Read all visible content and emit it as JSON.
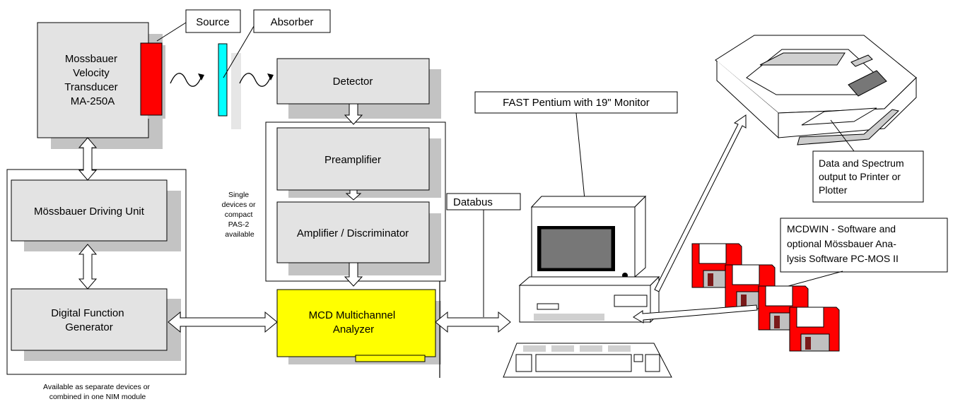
{
  "labels": {
    "source": "Source",
    "absorber": "Absorber",
    "transducer": [
      "Mossbauer",
      "Velocity",
      "Transducer",
      "MA-250A"
    ],
    "detector": "Detector",
    "preamplifier": "Preamplifier",
    "amplifier": "Amplifier / Discriminator",
    "driving_unit": "Mössbauer Driving Unit",
    "function_generator": [
      "Digital Function",
      "Generator"
    ],
    "mcd": [
      "MCD Multichannel",
      "Analyzer"
    ],
    "single_devices": [
      "Single",
      "devices or",
      "compact",
      "PAS-2",
      "available"
    ],
    "databus": "Databus",
    "pentium": "FAST Pentium with 19\" Monitor",
    "printer_output": [
      "Data and Spectrum",
      "output to Printer or",
      "Plotter"
    ],
    "software": [
      "MCDWIN -  Software and",
      "optional Mössbauer Ana-",
      "lysis Software PC-MOS II"
    ],
    "nim_note": [
      "Available as separate devices or",
      "combined in one NIM module"
    ]
  },
  "colors": {
    "box_fill": "#e3e3e3",
    "shadow": "#c3c3c3",
    "source_red": "#ff0000",
    "absorber_cyan": "#00ffff",
    "mcd_yellow": "#ffff00",
    "floppy_red": "#ff0000"
  }
}
